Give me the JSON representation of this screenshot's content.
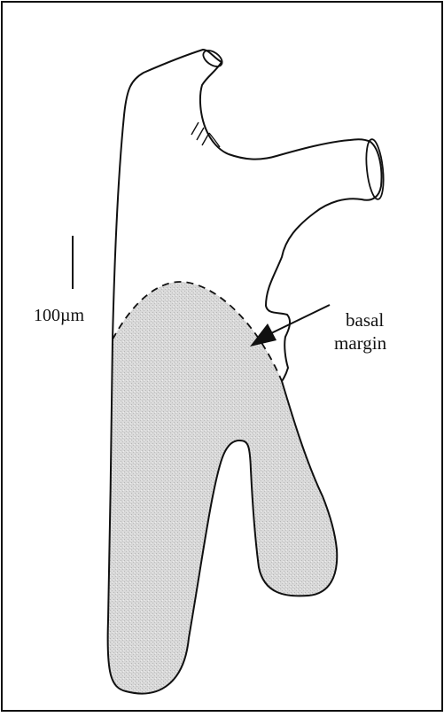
{
  "scale_bar": {
    "label": "100µm"
  },
  "annotation": {
    "line1": "basal",
    "line2": "margin"
  },
  "colors": {
    "ink": "#111111",
    "shaded_region": "#d7d7d7",
    "background": "#ffffff"
  }
}
